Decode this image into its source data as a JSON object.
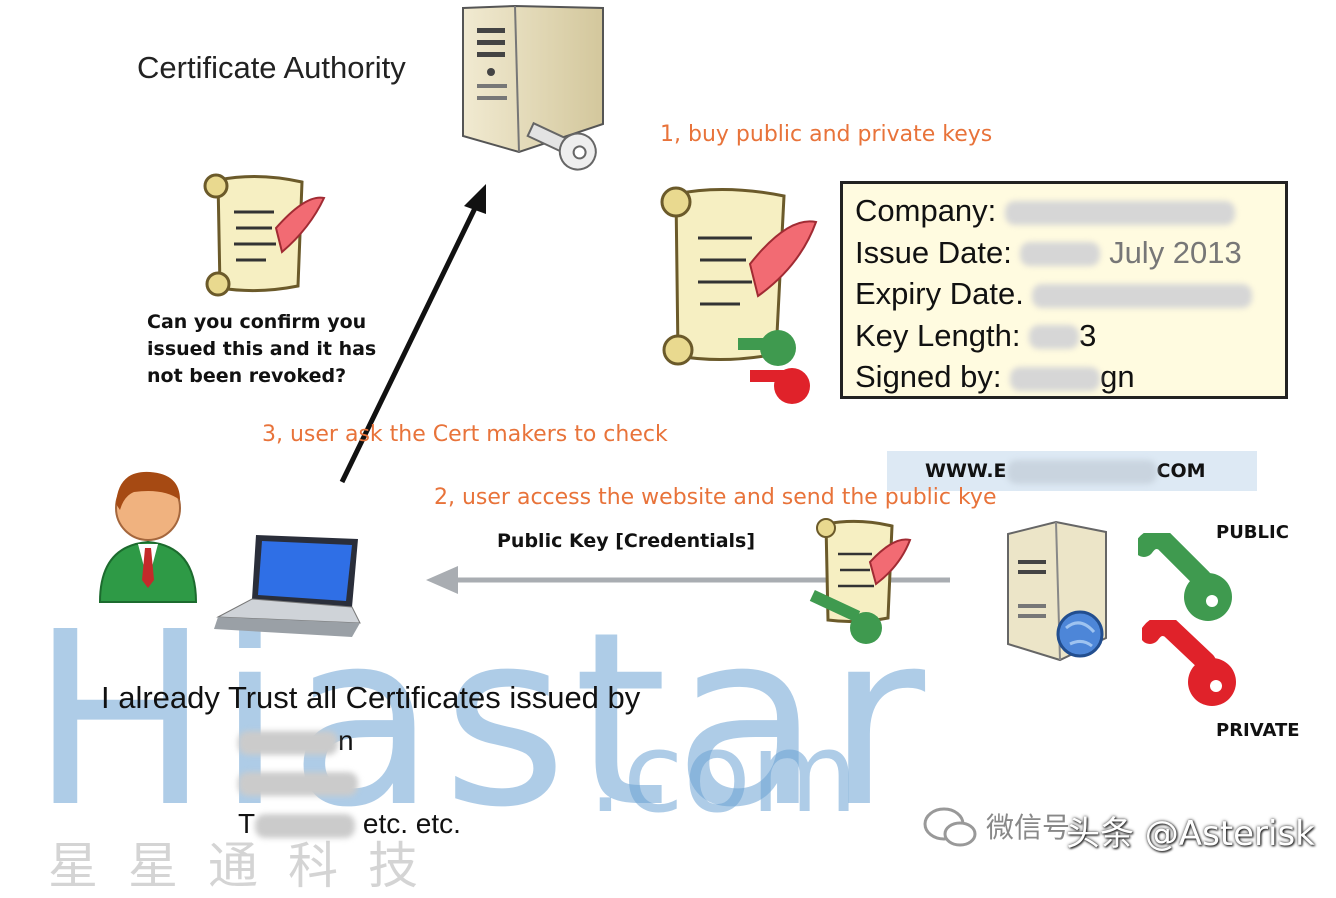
{
  "ca_title": "Certificate Authority",
  "steps": {
    "step1": "1, buy public and private keys",
    "step2": "2, user access the website and send the public kye",
    "step3": "3, user ask the Cert makers to check"
  },
  "confirm_question": [
    "Can you confirm you",
    "issued this and it has",
    "not been revoked?"
  ],
  "certificate": {
    "company_label": "Company:",
    "issue_date_label": "Issue Date:",
    "issue_date_visible_fragment": "July 2013",
    "expiry_date_label": "Expiry Date.",
    "key_length_label": "Key Length:",
    "key_length_visible_fragment": "3",
    "signed_by_label": "Signed by:",
    "signed_by_visible_fragment": "gn"
  },
  "url_bar": {
    "prefix": "WWW.E",
    "suffix": "COM"
  },
  "public_key_label": "Public Key [Credentials]",
  "public_label": "PUBLIC",
  "private_label": "PRIVATE",
  "trust": {
    "line": "I already Trust all Certificates issued by",
    "item1_fragment": "n",
    "item3_fragment": "T",
    "etc": "etc. etc."
  },
  "watermark": {
    "main": "Hiastar",
    "suffix": ".com",
    "chinese": "星星通科技"
  },
  "footer": {
    "wechat": "微信号",
    "toutiao": "头条 @Asterisk"
  },
  "colors": {
    "step_text": "#e8733a",
    "key_green": "#3f9a4f",
    "key_red": "#e0222a",
    "cert_box_bg": "#fffbe0",
    "url_bar_bg": "#dde9f4"
  }
}
